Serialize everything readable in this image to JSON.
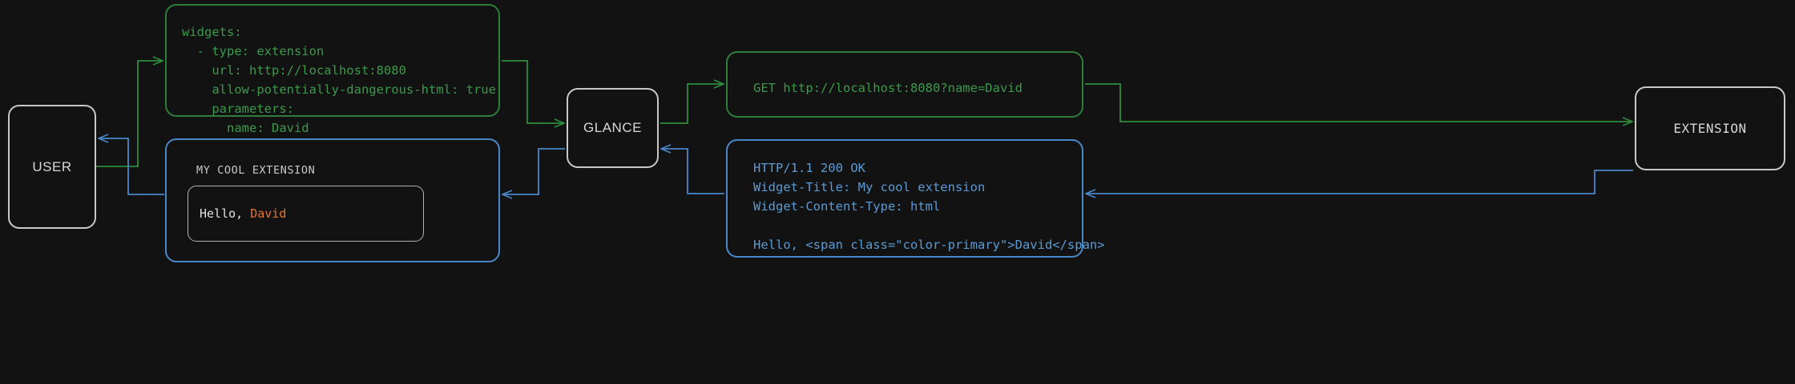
{
  "diagram": {
    "title": "Glance extension widget request flow",
    "background_color": "#121212",
    "colors": {
      "green": "#3a9a4a",
      "green_border": "#2f7d3a",
      "blue": "#5b9bd5",
      "blue_border": "#4a86c8",
      "node_border": "#c8c8c8",
      "node_text": "#d8d8d8",
      "accent_orange": "#e8742c"
    }
  },
  "nodes": {
    "user": {
      "label": "USER"
    },
    "glance": {
      "label": "GLANCE"
    },
    "extension": {
      "label": "EXTENSION"
    }
  },
  "panels": {
    "yaml_config": {
      "color": "green",
      "text": "widgets:\n  - type: extension\n    url: http://localhost:8080\n    allow-potentially-dangerous-html: true\n    parameters:\n      name: David"
    },
    "http_request": {
      "color": "green",
      "text": "GET http://localhost:8080?name=David"
    },
    "http_response": {
      "color": "blue",
      "text": "HTTP/1.1 200 OK\nWidget-Title: My cool extension\nWidget-Content-Type: html\n\nHello, <span class=\"color-primary\">David</span>"
    },
    "rendered_widget": {
      "color": "blue",
      "title": "MY COOL EXTENSION",
      "greeting_prefix": "Hello, ",
      "greeting_name": "David"
    }
  },
  "connectors": [
    {
      "name": "user-to-yaml",
      "color": "green",
      "from": "user",
      "to": "yaml_config",
      "direction": "forward"
    },
    {
      "name": "yaml-to-glance",
      "color": "green",
      "from": "yaml_config",
      "to": "glance",
      "direction": "forward"
    },
    {
      "name": "glance-to-request",
      "color": "green",
      "from": "glance",
      "to": "http_request",
      "direction": "forward"
    },
    {
      "name": "request-to-extension",
      "color": "green",
      "from": "http_request",
      "to": "extension",
      "direction": "forward"
    },
    {
      "name": "extension-to-response",
      "color": "blue",
      "from": "extension",
      "to": "http_response",
      "direction": "backward"
    },
    {
      "name": "response-to-glance",
      "color": "blue",
      "from": "http_response",
      "to": "glance",
      "direction": "backward"
    },
    {
      "name": "glance-to-widget",
      "color": "blue",
      "from": "glance",
      "to": "rendered_widget",
      "direction": "backward"
    },
    {
      "name": "widget-to-user",
      "color": "blue",
      "from": "rendered_widget",
      "to": "user",
      "direction": "backward"
    }
  ]
}
